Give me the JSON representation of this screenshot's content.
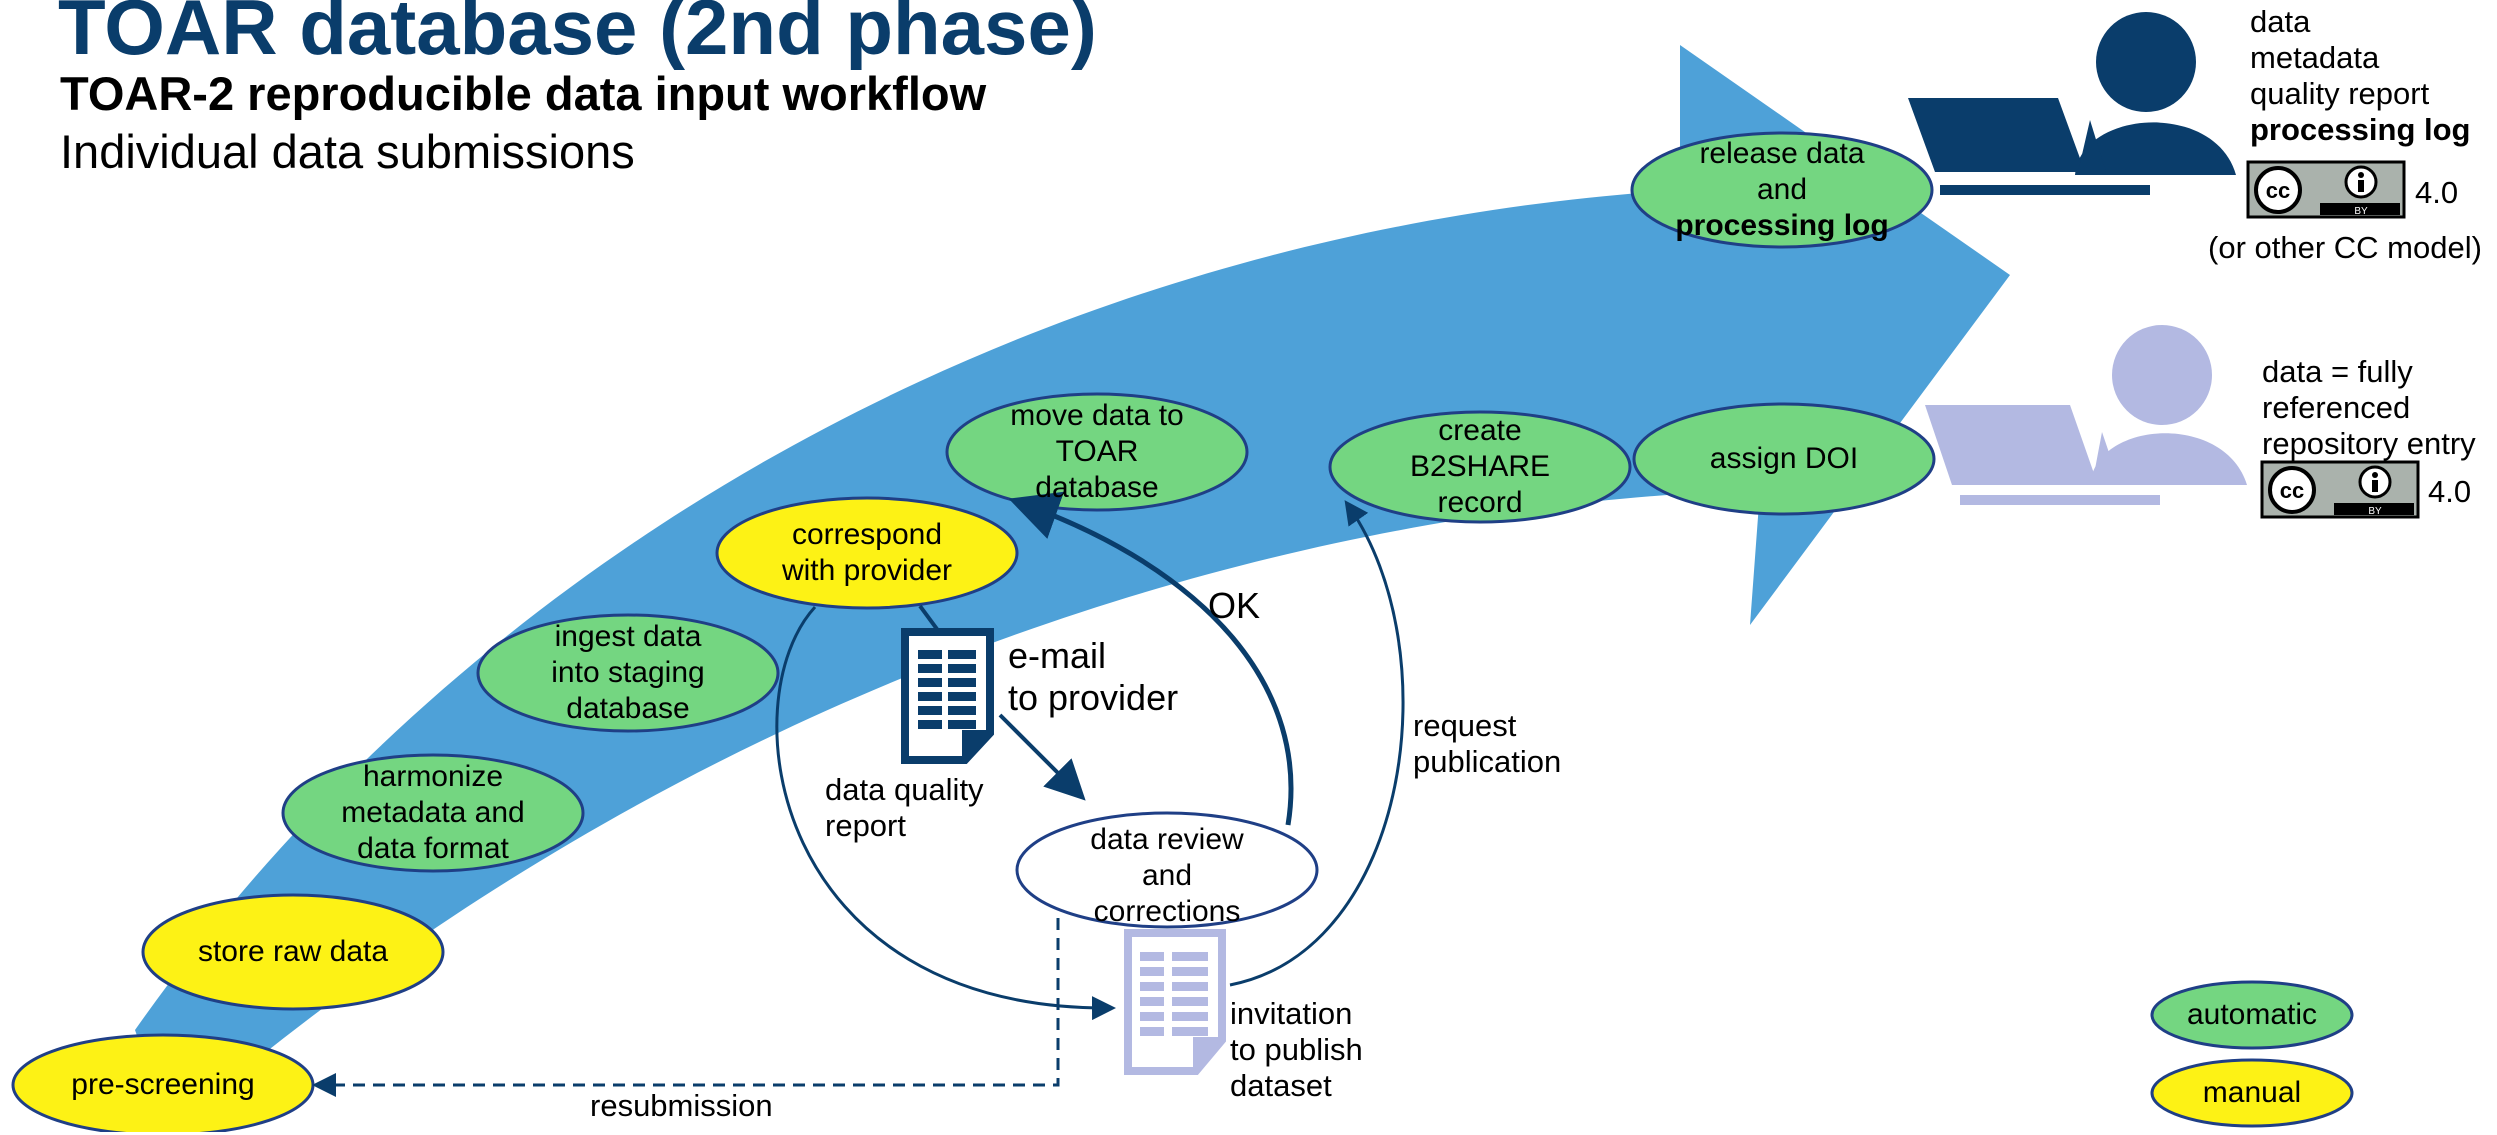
{
  "header": {
    "title": "TOAR database (2nd phase)",
    "subtitle": "TOAR-2 reproducible data input workflow",
    "subtitle2": "Individual data submissions"
  },
  "colors": {
    "arrow": "#4ea1d8",
    "automatic": "#74d681",
    "manual": "#fdf215",
    "outline": "#1f3f86",
    "dark_blue": "#0a3d6b",
    "light_purple": "#b3b9e2"
  },
  "nodes": {
    "prescreening": "pre-screening",
    "store_raw": "store raw data",
    "harmonize": [
      "harmonize",
      "metadata and",
      "data format"
    ],
    "ingest": [
      "ingest data",
      "into staging",
      "database"
    ],
    "correspond": [
      "correspond",
      "with provider"
    ],
    "move": [
      "move data to",
      "TOAR",
      "database"
    ],
    "create_b2share": [
      "create",
      "B2SHARE",
      "record"
    ],
    "assign_doi": "assign DOI",
    "release": [
      "release data",
      "and"
    ],
    "release_bold": "processing log",
    "review": [
      "data review",
      "and",
      "corrections"
    ]
  },
  "labels": {
    "email": [
      "e-mail",
      "to provider"
    ],
    "quality_report": [
      "data quality",
      "report"
    ],
    "ok": "OK",
    "request": [
      "request",
      "publication"
    ],
    "invitation": [
      "invitation",
      "to publish",
      "dataset"
    ],
    "resubmission": "resubmission"
  },
  "top_right": {
    "lines": [
      "data",
      "metadata",
      "quality report"
    ],
    "bold_line": "processing log",
    "license_version": "4.0",
    "cc_note": "(or other CC model)"
  },
  "mid_right": {
    "lines": [
      "data = fully",
      "referenced",
      "repository entry"
    ],
    "license_version": "4.0"
  },
  "license_badge": {
    "cc": "cc",
    "by": "BY"
  },
  "legend": {
    "automatic": "automatic",
    "manual": "manual"
  }
}
